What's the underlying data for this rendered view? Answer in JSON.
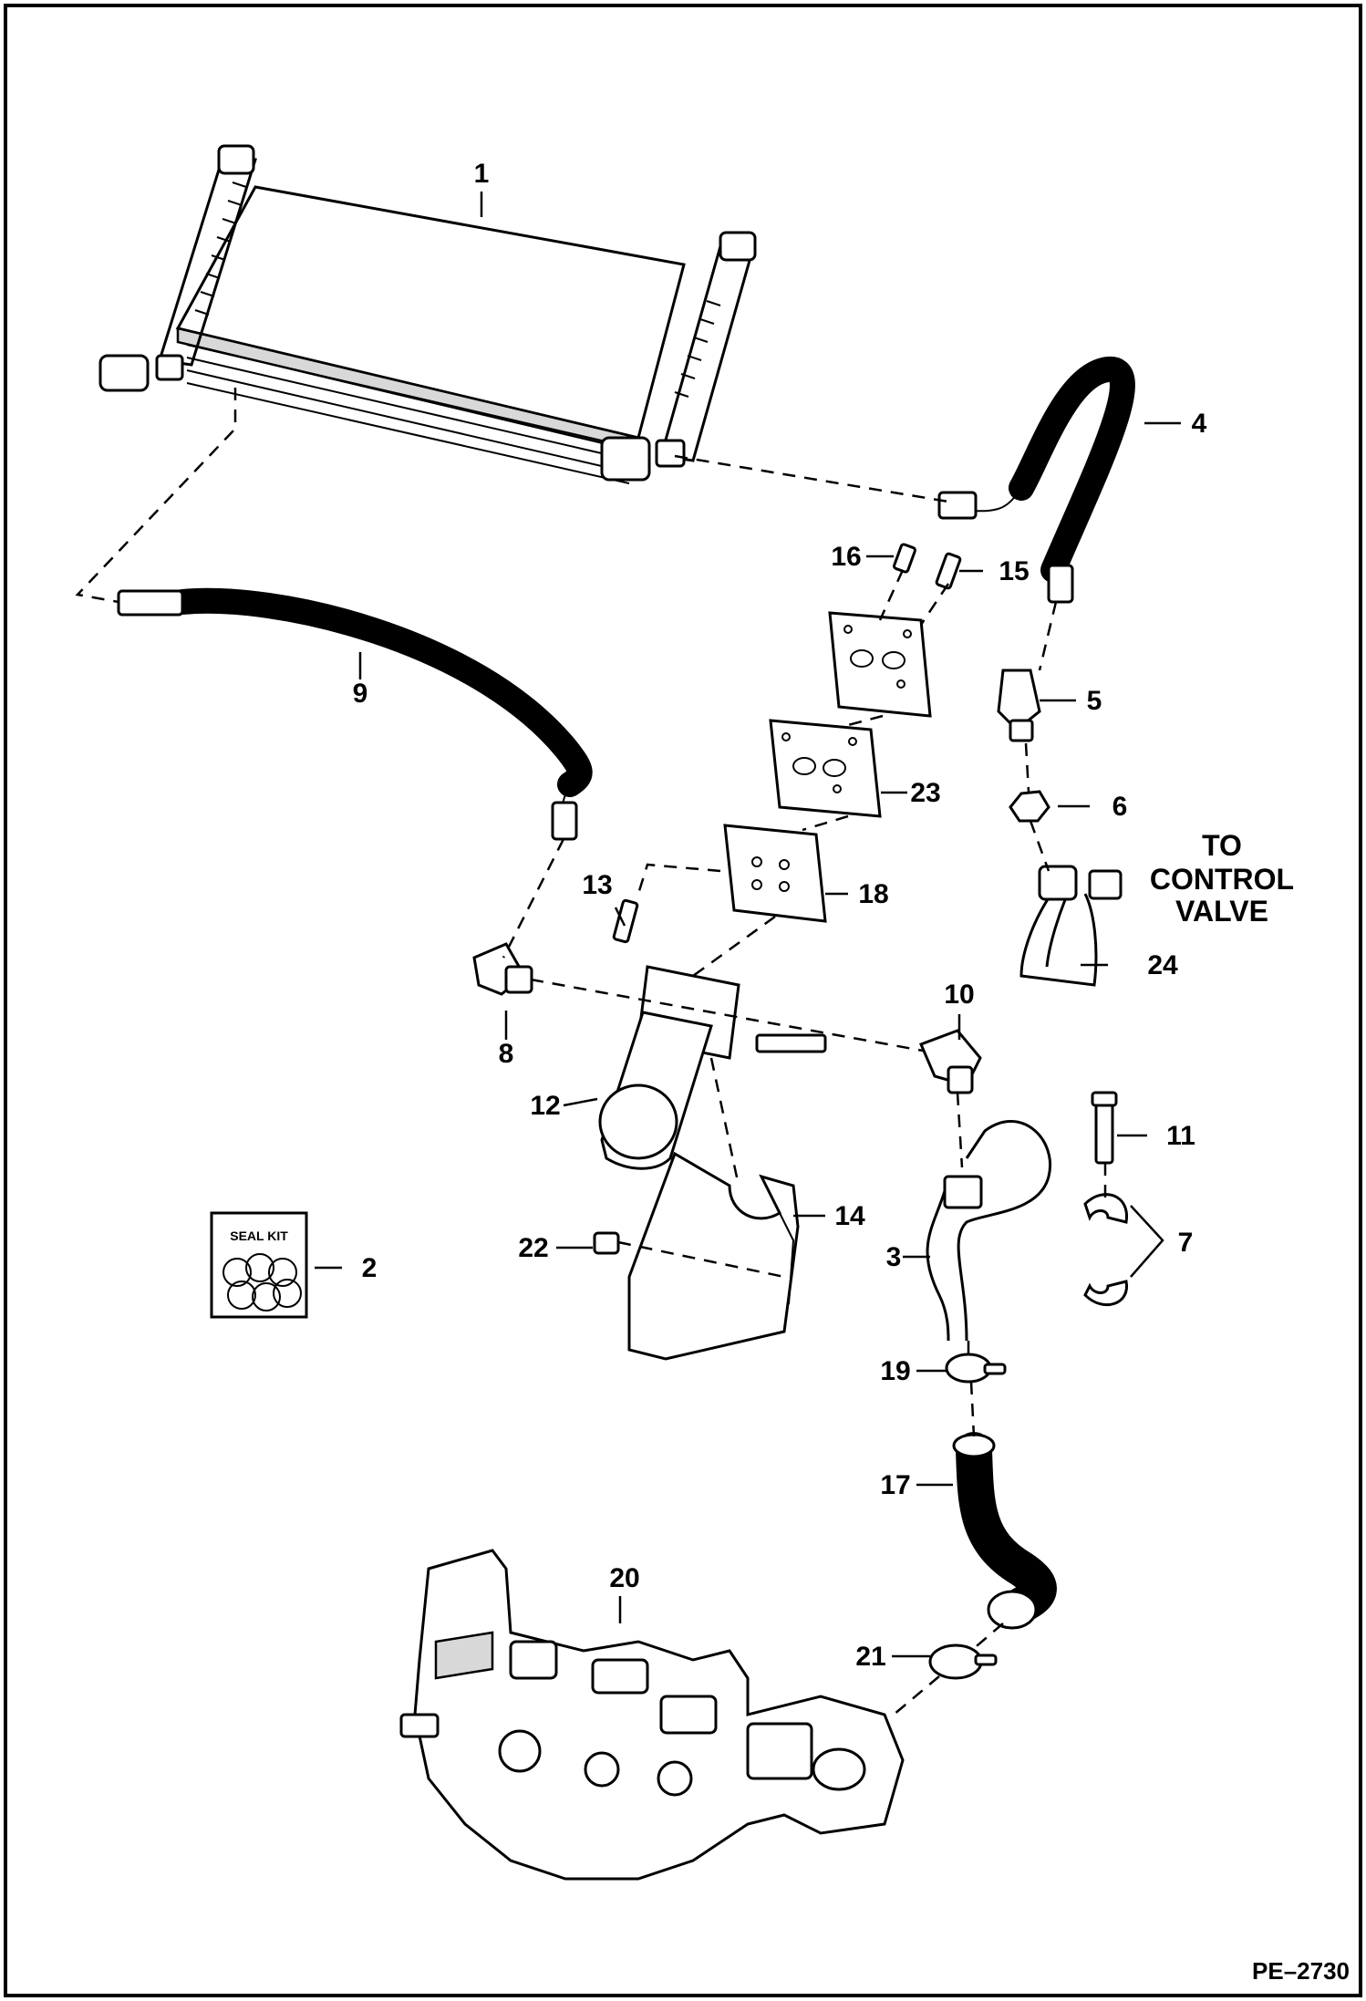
{
  "diagram": {
    "reference": "PE–2730",
    "note": {
      "line1": "TO",
      "line2": "CONTROL",
      "line3": "VALVE"
    },
    "seal_kit_label": "SEAL KIT",
    "callouts": {
      "c1": "1",
      "c2": "2",
      "c3": "3",
      "c4": "4",
      "c5": "5",
      "c6": "6",
      "c7": "7",
      "c8": "8",
      "c9": "9",
      "c10": "10",
      "c11": "11",
      "c12": "12",
      "c13": "13",
      "c14": "14",
      "c15": "15",
      "c16": "16",
      "c17": "17",
      "c18": "18",
      "c19": "19",
      "c20": "20",
      "c21": "21",
      "c22": "22",
      "c23": "23",
      "c24": "24"
    }
  }
}
